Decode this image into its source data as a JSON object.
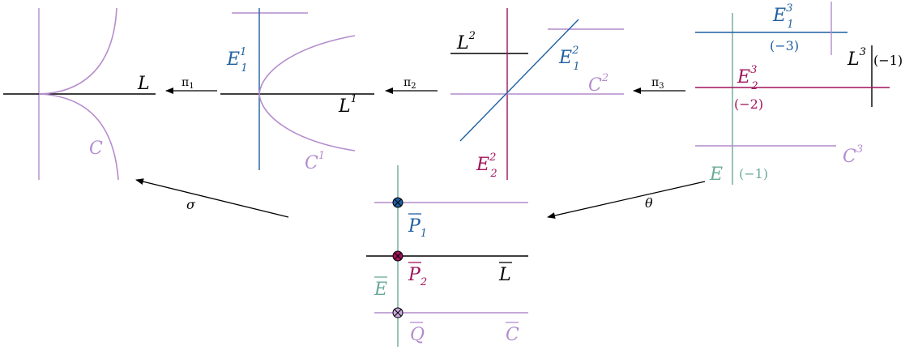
{
  "colors": {
    "purple": "#b48ccc",
    "blue": "#1f5fa0",
    "magenta": "#a0125a",
    "teal": "#6aaa98",
    "black": "#000000"
  },
  "panel0": {
    "L": "L",
    "C": "C"
  },
  "panel1": {
    "E": "E",
    "E_sup": "1",
    "E_sub": "1",
    "L": "L",
    "L_sup": "1",
    "C": "C",
    "C_sup": "1"
  },
  "panel2": {
    "L": "L",
    "L_sup": "2",
    "E1": "E",
    "E1_sup": "2",
    "E1_sub": "1",
    "C": "C",
    "C_sup": "2",
    "E2": "E",
    "E2_sup": "2",
    "E2_sub": "2"
  },
  "panel3": {
    "E1": "E",
    "E1_sup": "3",
    "E1_sub": "1",
    "E1_self": "(−3)",
    "L": "L",
    "L_sup": "3",
    "L_self": "(−1)",
    "E2": "E",
    "E2_sup": "3",
    "E2_sub": "2",
    "E2_self": "(−2)",
    "C": "C",
    "C_sup": "3",
    "E": "E",
    "E_self": "(−1)"
  },
  "arrows": {
    "pi1": "π",
    "pi1_sub": "1",
    "pi2": "π",
    "pi2_sub": "2",
    "pi3": "π",
    "pi3_sub": "3",
    "sigma": "σ",
    "theta": "θ"
  },
  "bottom": {
    "P1": "P",
    "P1_sub": "1",
    "P2": "P",
    "P2_sub": "2",
    "L": "L",
    "E": "E",
    "Q": "Q",
    "C": "C"
  }
}
